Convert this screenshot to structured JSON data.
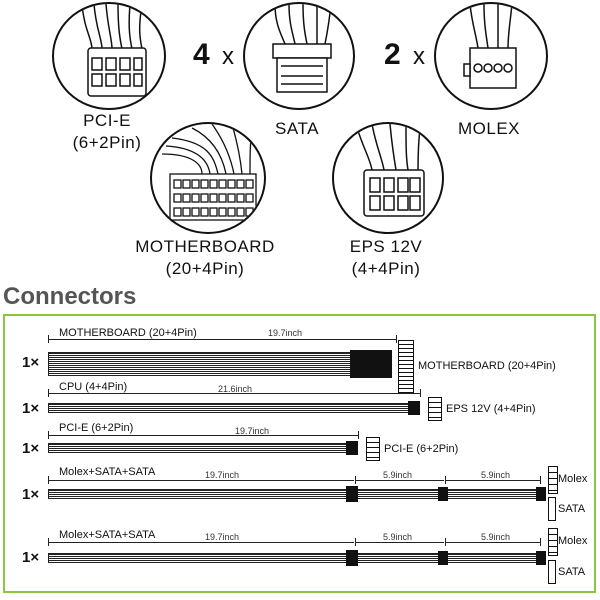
{
  "connectors_top": {
    "pcie": {
      "label_line1": "PCI-E",
      "label_line2": "(6+2Pin)"
    },
    "sata": {
      "label": "SATA",
      "qty_num": "4",
      "qty_x": "x"
    },
    "molex": {
      "label": "MOLEX",
      "qty_num": "2",
      "qty_x": "x"
    },
    "motherboard": {
      "label_line1": "MOTHERBOARD",
      "label_line2": "(20+4Pin)"
    },
    "eps": {
      "label_line1": "EPS 12V",
      "label_line2": "(4+4Pin)"
    }
  },
  "section_title": "Connectors",
  "cables": [
    {
      "count": "1×",
      "name": "MOTHERBOARD (20+4Pin)",
      "lengths": [
        "19.7inch"
      ],
      "end_labels": [
        "MOTHERBOARD (20+4Pin)"
      ]
    },
    {
      "count": "1×",
      "name": "CPU (4+4Pin)",
      "lengths": [
        "21.6inch"
      ],
      "end_labels": [
        "EPS 12V (4+4Pin)"
      ]
    },
    {
      "count": "1×",
      "name": "PCI-E (6+2Pin)",
      "lengths": [
        "19.7inch"
      ],
      "end_labels": [
        "PCI-E (6+2Pin)"
      ]
    },
    {
      "count": "1×",
      "name": "Molex+SATA+SATA",
      "lengths": [
        "19.7inch",
        "5.9inch",
        "5.9inch"
      ],
      "end_labels": [
        "Molex",
        "SATA"
      ]
    },
    {
      "count": "1×",
      "name": "Molex+SATA+SATA",
      "lengths": [
        "19.7inch",
        "5.9inch",
        "5.9inch"
      ],
      "end_labels": [
        "Molex",
        "SATA"
      ]
    }
  ]
}
